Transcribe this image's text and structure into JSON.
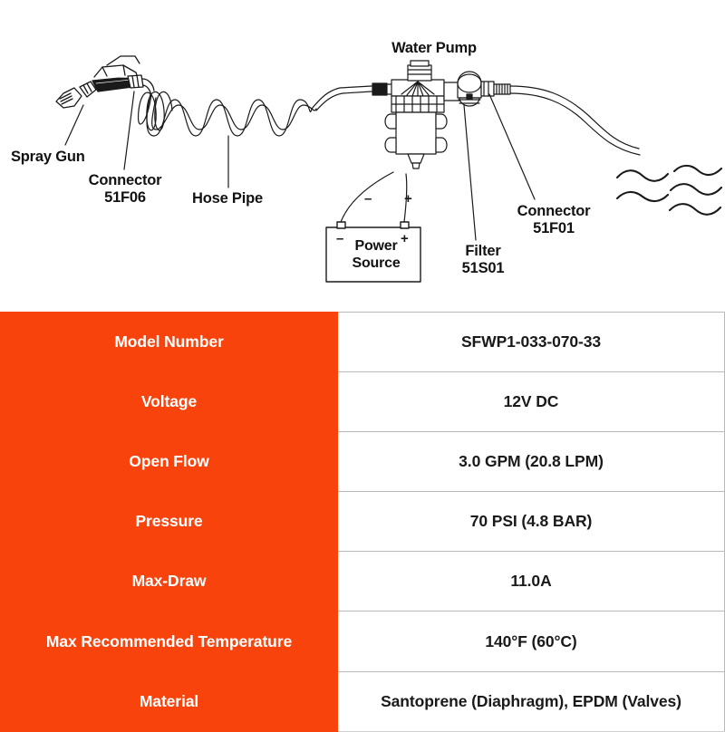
{
  "diagram": {
    "title": "Water Pump",
    "labels": {
      "water_pump": "Water Pump",
      "spray_gun": "Spray Gun",
      "connector_51f06": "Connector\n51F06",
      "hose_pipe": "Hose Pipe",
      "power_source": "Power\nSource",
      "filter_51s01": "Filter\n51S01",
      "connector_51f01": "Connector\n51F01",
      "battery_negative": "–",
      "battery_positive": "+",
      "wire_negative": "–",
      "wire_positive": "+"
    },
    "colors": {
      "line": "#1a1a1a",
      "background": "#ffffff"
    }
  },
  "spec_table": {
    "colors": {
      "label_background": "#f9430c",
      "label_text": "#ffffff",
      "value_background": "#ffffff",
      "value_text": "#1a1a1a",
      "grid_line": "#b9b9b9"
    },
    "rows": [
      {
        "label": "Model Number",
        "value": "SFWP1-033-070-33"
      },
      {
        "label": "Voltage",
        "value": "12V DC"
      },
      {
        "label": "Open Flow",
        "value": "3.0 GPM (20.8 LPM)"
      },
      {
        "label": "Pressure",
        "value": "70 PSI (4.8 BAR)"
      },
      {
        "label": "Max-Draw",
        "value": "11.0A"
      },
      {
        "label": "Max Recommended Temperature",
        "value": "140°F (60°C)"
      },
      {
        "label": "Material",
        "value": "Santoprene (Diaphragm), EPDM (Valves)"
      }
    ]
  }
}
